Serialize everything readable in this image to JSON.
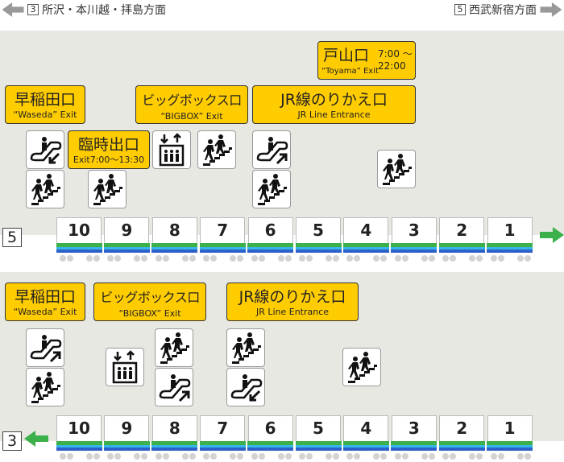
{
  "header": {
    "left_track": "3",
    "left_direction": "所沢・本川越・拝島方面",
    "right_track": "5",
    "right_direction": "西武新宿方面"
  },
  "platform_top": {
    "track": "5",
    "exits": [
      {
        "jp": "早稲田口",
        "en": "“Waseda” Exit"
      },
      {
        "jp": "ビッグボックス口",
        "en": "“BIGBOX” Exit"
      },
      {
        "jp": "JR線のりかえ口",
        "en": "JR Line Entrance"
      },
      {
        "jp": "戸山口",
        "en": "“Toyama” Exit",
        "hours1": "7:00 ～",
        "hours2": "22:00"
      },
      {
        "jp": "臨時出口",
        "en": "Exit7:00～13:30"
      }
    ],
    "cars": [
      "10",
      "9",
      "8",
      "7",
      "6",
      "5",
      "4",
      "3",
      "2",
      "1"
    ]
  },
  "platform_bottom": {
    "track": "3",
    "exits": [
      {
        "jp": "早稲田口",
        "en": "“Waseda” Exit"
      },
      {
        "jp": "ビッグボックス口",
        "en": "“BIGBOX” Exit"
      },
      {
        "jp": "JR線のりかえ口",
        "en": "JR Line Entrance"
      }
    ],
    "cars": [
      "10",
      "9",
      "8",
      "7",
      "6",
      "5",
      "4",
      "3",
      "2",
      "1"
    ]
  },
  "colors": {
    "exit": "#ffcc00",
    "arrow": "#3cb04a",
    "platform": "#e8e8e3"
  }
}
